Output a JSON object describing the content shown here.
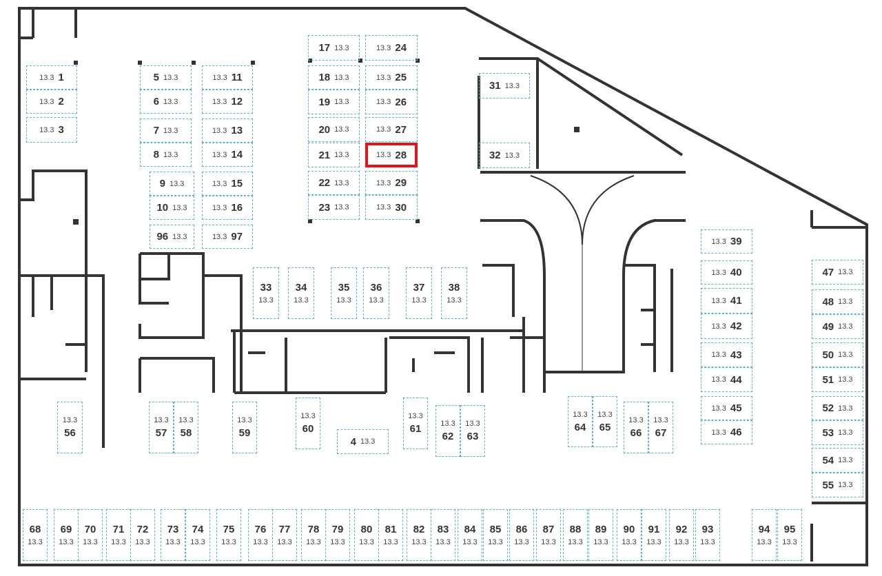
{
  "plan": {
    "highlighted_spot": "28",
    "colors": {
      "spot_border": "#5fb3be",
      "highlight": "#e0141b",
      "wall": "#333333"
    },
    "spots": [
      {
        "number": "1",
        "area": "13.3"
      },
      {
        "number": "2",
        "area": "13.3"
      },
      {
        "number": "3",
        "area": "13.3"
      },
      {
        "number": "4",
        "area": "13.3"
      },
      {
        "number": "5",
        "area": "13.3"
      },
      {
        "number": "6",
        "area": "13.3"
      },
      {
        "number": "7",
        "area": "13.3"
      },
      {
        "number": "8",
        "area": "13.3"
      },
      {
        "number": "9",
        "area": "13.3"
      },
      {
        "number": "10",
        "area": "13.3"
      },
      {
        "number": "11",
        "area": "13.3"
      },
      {
        "number": "12",
        "area": "13.3"
      },
      {
        "number": "13",
        "area": "13.3"
      },
      {
        "number": "14",
        "area": "13.3"
      },
      {
        "number": "15",
        "area": "13.3"
      },
      {
        "number": "16",
        "area": "13.3"
      },
      {
        "number": "17",
        "area": "13.3"
      },
      {
        "number": "18",
        "area": "13.3"
      },
      {
        "number": "19",
        "area": "13.3"
      },
      {
        "number": "20",
        "area": "13.3"
      },
      {
        "number": "21",
        "area": "13.3"
      },
      {
        "number": "22",
        "area": "13.3"
      },
      {
        "number": "23",
        "area": "13.3"
      },
      {
        "number": "24",
        "area": "13.3"
      },
      {
        "number": "25",
        "area": "13.3"
      },
      {
        "number": "26",
        "area": "13.3"
      },
      {
        "number": "27",
        "area": "13.3"
      },
      {
        "number": "28",
        "area": "13.3"
      },
      {
        "number": "29",
        "area": "13.3"
      },
      {
        "number": "30",
        "area": "13.3"
      },
      {
        "number": "31",
        "area": "13.3"
      },
      {
        "number": "32",
        "area": "13.3"
      },
      {
        "number": "33",
        "area": "13.3"
      },
      {
        "number": "34",
        "area": "13.3"
      },
      {
        "number": "35",
        "area": "13.3"
      },
      {
        "number": "36",
        "area": "13.3"
      },
      {
        "number": "37",
        "area": "13.3"
      },
      {
        "number": "38",
        "area": "13.3"
      },
      {
        "number": "39",
        "area": "13.3"
      },
      {
        "number": "40",
        "area": "13.3"
      },
      {
        "number": "41",
        "area": "13.3"
      },
      {
        "number": "42",
        "area": "13.3"
      },
      {
        "number": "43",
        "area": "13.3"
      },
      {
        "number": "44",
        "area": "13.3"
      },
      {
        "number": "45",
        "area": "13.3"
      },
      {
        "number": "46",
        "area": "13.3"
      },
      {
        "number": "47",
        "area": "13.3"
      },
      {
        "number": "48",
        "area": "13.3"
      },
      {
        "number": "49",
        "area": "13.3"
      },
      {
        "number": "50",
        "area": "13.3"
      },
      {
        "number": "51",
        "area": "13.3"
      },
      {
        "number": "52",
        "area": "13.3"
      },
      {
        "number": "53",
        "area": "13.3"
      },
      {
        "number": "54",
        "area": "13.3"
      },
      {
        "number": "55",
        "area": "13.3"
      },
      {
        "number": "56",
        "area": "13.3"
      },
      {
        "number": "57",
        "area": "13.3"
      },
      {
        "number": "58",
        "area": "13.3"
      },
      {
        "number": "59",
        "area": "13.3"
      },
      {
        "number": "60",
        "area": "13.3"
      },
      {
        "number": "61",
        "area": "13.3"
      },
      {
        "number": "62",
        "area": "13.3"
      },
      {
        "number": "63",
        "area": "13.3"
      },
      {
        "number": "64",
        "area": "13.3"
      },
      {
        "number": "65",
        "area": "13.3"
      },
      {
        "number": "66",
        "area": "13.3"
      },
      {
        "number": "67",
        "area": "13.3"
      },
      {
        "number": "68",
        "area": "13.3"
      },
      {
        "number": "69",
        "area": "13.3"
      },
      {
        "number": "70",
        "area": "13.3"
      },
      {
        "number": "71",
        "area": "13.3"
      },
      {
        "number": "72",
        "area": "13.3"
      },
      {
        "number": "73",
        "area": "13.3"
      },
      {
        "number": "74",
        "area": "13.3"
      },
      {
        "number": "75",
        "area": "13.3"
      },
      {
        "number": "76",
        "area": "13.3"
      },
      {
        "number": "77",
        "area": "13.3"
      },
      {
        "number": "78",
        "area": "13.3"
      },
      {
        "number": "79",
        "area": "13.3"
      },
      {
        "number": "80",
        "area": "13.3"
      },
      {
        "number": "81",
        "area": "13.3"
      },
      {
        "number": "82",
        "area": "13.3"
      },
      {
        "number": "83",
        "area": "13.3"
      },
      {
        "number": "84",
        "area": "13.3"
      },
      {
        "number": "85",
        "area": "13.3"
      },
      {
        "number": "86",
        "area": "13.3"
      },
      {
        "number": "87",
        "area": "13.3"
      },
      {
        "number": "88",
        "area": "13.3"
      },
      {
        "number": "89",
        "area": "13.3"
      },
      {
        "number": "90",
        "area": "13.3"
      },
      {
        "number": "91",
        "area": "13.3"
      },
      {
        "number": "92",
        "area": "13.3"
      },
      {
        "number": "93",
        "area": "13.3"
      },
      {
        "number": "94",
        "area": "13.3"
      },
      {
        "number": "95",
        "area": "13.3"
      },
      {
        "number": "96",
        "area": "13.3"
      },
      {
        "number": "97",
        "area": "13.3"
      }
    ]
  }
}
